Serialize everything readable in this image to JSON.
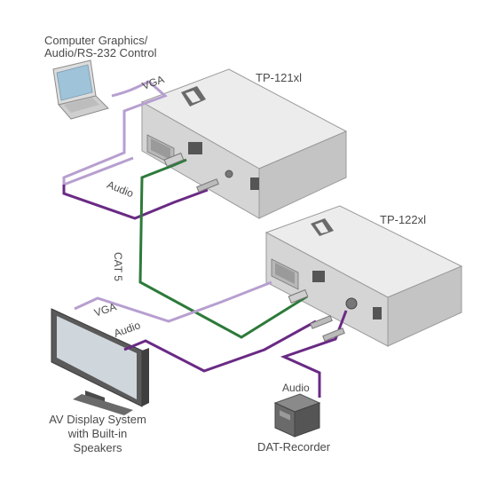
{
  "labels": {
    "computer_line1": "Computer Graphics/",
    "computer_line2": "Audio/RS-232 Control",
    "tp121": "TP-121xl",
    "tp122": "TP-122xl",
    "vga_top": "VGA",
    "audio_top": "Audio",
    "cat5": "CAT 5",
    "vga_bottom": "VGA",
    "audio_bottom": "Audio",
    "audio_dat": "Audio",
    "display_line1": "AV Display System",
    "display_line2": "with Built-in",
    "display_line3": "Speakers",
    "dat": "DAT-Recorder"
  },
  "colors": {
    "vga_cable": "#b79fd0",
    "audio_cable": "#6a2a84",
    "cat5_cable": "#2d7a3a",
    "device_body": "#d9d9d9",
    "device_top": "#ececec"
  }
}
